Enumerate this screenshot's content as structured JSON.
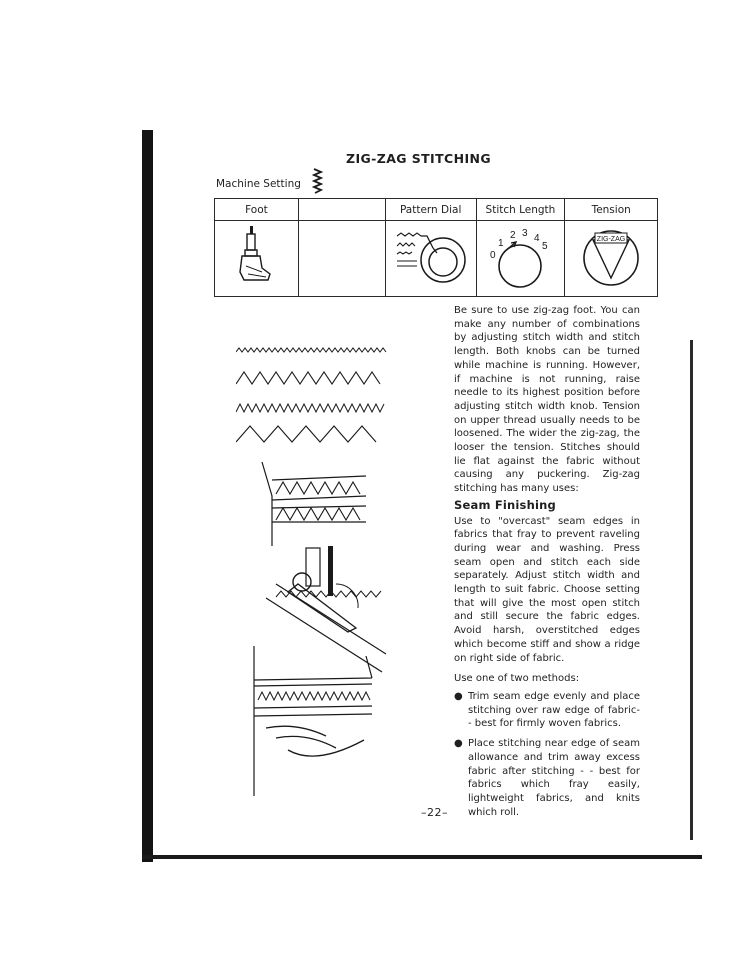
{
  "title": "ZIG-ZAG STITCHING",
  "machine_setting_label": "Machine Setting",
  "icons": {
    "setting": "zig-zag-stitch-icon",
    "foot": "zig-zag-foot-icon",
    "pattern": "pattern-dial-icon",
    "length": "stitch-length-dial-icon",
    "tension": "tension-dial-icon"
  },
  "table": {
    "headers": [
      "Foot",
      "",
      "Pattern Dial",
      "Stitch Length",
      "Tension"
    ],
    "length_dial_numbers": [
      "0",
      "1",
      "2",
      "3",
      "4",
      "5"
    ],
    "tension_dial_label": "ZIG-ZAG"
  },
  "body": {
    "intro": "Be sure to use zig-zag foot. You can make any number of combinations by adjusting stitch width and stitch length. Both knobs can be turned while machine is running. However, if machine is not running, raise needle to its highest position before adjusting stitch width knob. Tension on upper thread usually needs to be loosened. The wider the zig-zag, the looser the tension. Stitches should lie flat against the fabric without causing any puckering. Zig-zag stitching has many uses:",
    "section_heading": "Seam Finishing",
    "section_text": "Use to \"overcast\" seam edges in fabrics that fray to prevent raveling during wear and washing. Press seam open and stitch each side separately. Adjust stitch width and length to suit fabric. Choose setting that will give the most open stitch and still secure the fabric edges. Avoid harsh, overstitched edges which become stiff and show a ridge on right side of fabric.",
    "methods_intro": "Use one of two methods:",
    "methods": [
      "Trim seam edge evenly and place stitching over raw edge of fabric- - best for firmly woven fabrics.",
      "Place stitching near edge of seam allowance and trim away excess fabric after stitching - - best for fabrics which fray easily, lightweight fabrics, and knits which roll."
    ]
  },
  "page_number": "–22–"
}
